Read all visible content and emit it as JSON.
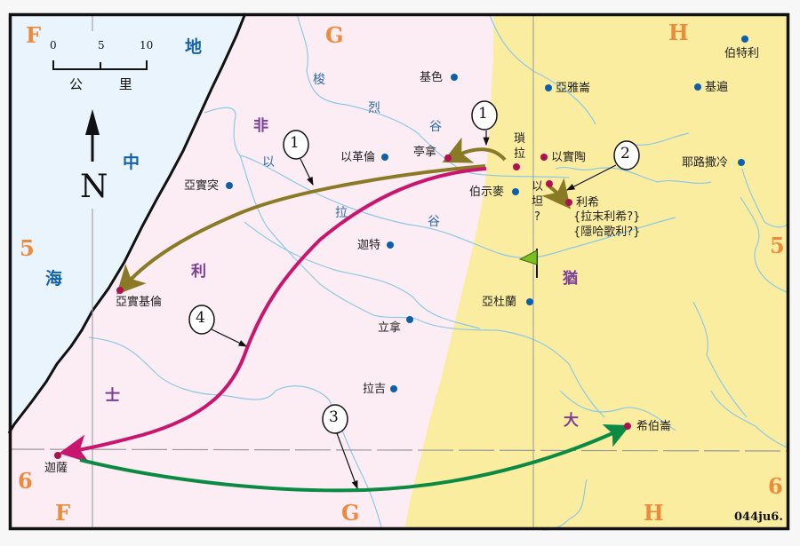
{
  "map": {
    "colors": {
      "sea": "#eaf4fd",
      "philistia": "#fcecf3",
      "judah": "#fbeda0",
      "coast": "#111111",
      "river": "#8ec9e6",
      "route1": "#8a7a26",
      "route2": "#8a7a26",
      "route3": "#0b8a44",
      "route4": "#c8166e",
      "town_blue": "#0c5fa8",
      "town_red": "#b0104e",
      "grid_label": "#ee8a3c",
      "flag": "#7bbf22"
    },
    "grid_labels": {
      "top": [
        "F",
        "G",
        "H"
      ],
      "bottom": [
        "F",
        "G",
        "H"
      ],
      "left": [
        "5",
        "6"
      ],
      "right": [
        "5",
        "6"
      ]
    },
    "scale": {
      "ticks": [
        "0",
        "5",
        "10"
      ],
      "unit": "公 里"
    },
    "north_label": "N",
    "sea_name": [
      "地",
      "中",
      "海"
    ],
    "region_philistia": [
      "非",
      "利",
      "士"
    ],
    "region_judah": [
      "猶",
      "大"
    ],
    "valley_sorek": [
      "梭",
      "烈",
      "谷"
    ],
    "valley_elah": [
      "以",
      "拉",
      "谷"
    ],
    "towns_blue": [
      {
        "name": "基色"
      },
      {
        "name": "亞雅崙"
      },
      {
        "name": "伯特利"
      },
      {
        "name": "基遍"
      },
      {
        "name": "以革倫"
      },
      {
        "name": "伯示麥"
      },
      {
        "name": "耶路撒冷"
      },
      {
        "name": "亞實突"
      },
      {
        "name": "迦特"
      },
      {
        "name": "亞杜蘭"
      },
      {
        "name": "立拿"
      },
      {
        "name": "拉吉"
      }
    ],
    "towns_red": [
      {
        "name": "亭拿"
      },
      {
        "name": "瑣拉"
      },
      {
        "name": "以實陶"
      },
      {
        "name": "以坦?"
      },
      {
        "name": "利希"
      },
      {
        "name": "亞實基倫"
      },
      {
        "name": "迦薩"
      },
      {
        "name": "希伯崙"
      }
    ],
    "lehi_alt": [
      "{拉末利希?}",
      "{隱哈歌利?}"
    ],
    "etam_chars": [
      "以",
      "坦",
      "?"
    ],
    "zorah_chars": [
      "瑣",
      "拉"
    ],
    "route_markers": [
      "1",
      "1",
      "2",
      "3",
      "4"
    ],
    "credit": "044ju6."
  }
}
